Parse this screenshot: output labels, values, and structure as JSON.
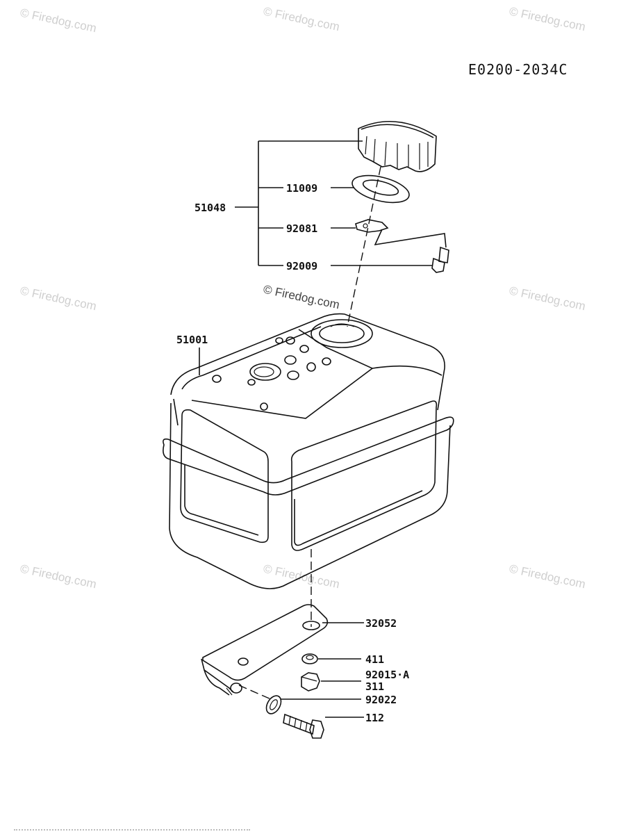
{
  "diagram_code": "E0200-2034C",
  "watermark_text": "© Firedog.com",
  "parts": {
    "p51048": "51048",
    "p11009": "11009",
    "p92081": "92081",
    "p92009": "92009",
    "p51001": "51001",
    "p32052": "32052",
    "p411": "411",
    "p92015a": "92015·A",
    "p311": "311",
    "p92022": "92022",
    "p112": "112"
  }
}
